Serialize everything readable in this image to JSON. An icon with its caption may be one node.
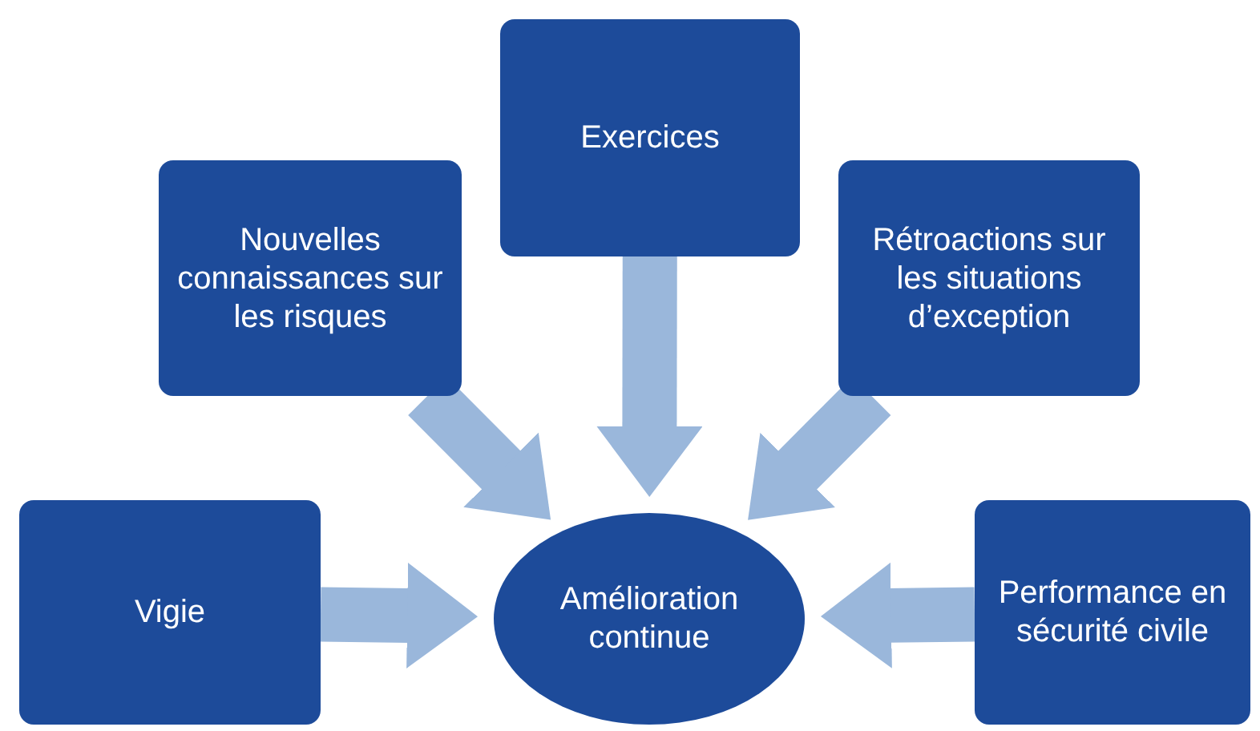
{
  "diagram": {
    "nodes": [
      {
        "text": [
          "Exercices"
        ]
      },
      {
        "text": [
          "Nouvelles connaissances sur les risques"
        ]
      },
      {
        "text": [
          "Rétroactions sur les situations d’exception"
        ]
      },
      {
        "text": [
          "Vigie"
        ]
      },
      {
        "text": [
          "Amélioration continue"
        ]
      },
      {
        "text": [
          "Performance en sécurité civile"
        ]
      }
    ],
    "edges": [
      {
        "from": 0,
        "to": 4,
        "arrow": "to"
      },
      {
        "from": 1,
        "to": 4,
        "arrow": "to"
      },
      {
        "from": 2,
        "to": 4,
        "arrow": "to"
      },
      {
        "from": 3,
        "to": 4,
        "arrow": "to"
      },
      {
        "from": 5,
        "to": 4,
        "arrow": "to"
      }
    ]
  }
}
